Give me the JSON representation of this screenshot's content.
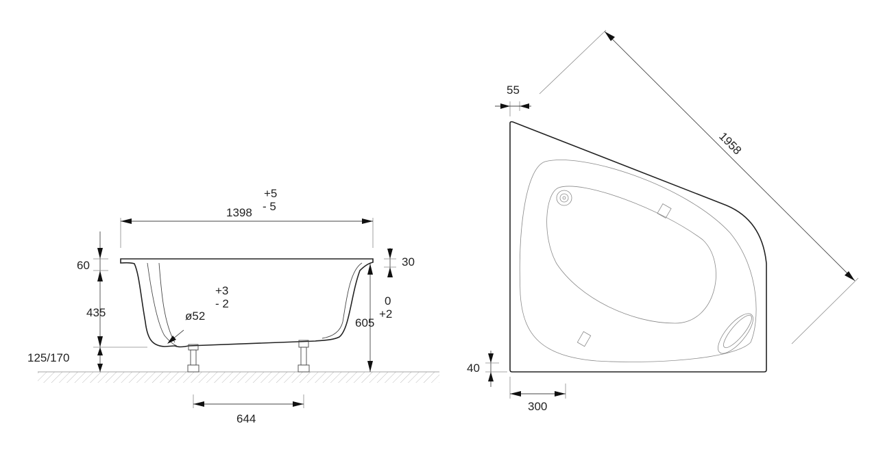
{
  "side_view": {
    "length": "1398",
    "length_tol_plus": "+5",
    "length_tol_minus": "- 5",
    "rim_height_left": "60",
    "rim_height_right": "30",
    "depth": "435",
    "total_height": "605",
    "total_height_tol_top": "0",
    "total_height_tol_bottom": "+2",
    "drain_diameter": "ø52",
    "drain_tol_plus": "+3",
    "drain_tol_minus": "- 2",
    "leg_height": "125/170",
    "leg_spacing": "644"
  },
  "top_view": {
    "diagonal": "1958",
    "top_offset": "55",
    "bottom_offset": "40",
    "side_offset": "300"
  }
}
